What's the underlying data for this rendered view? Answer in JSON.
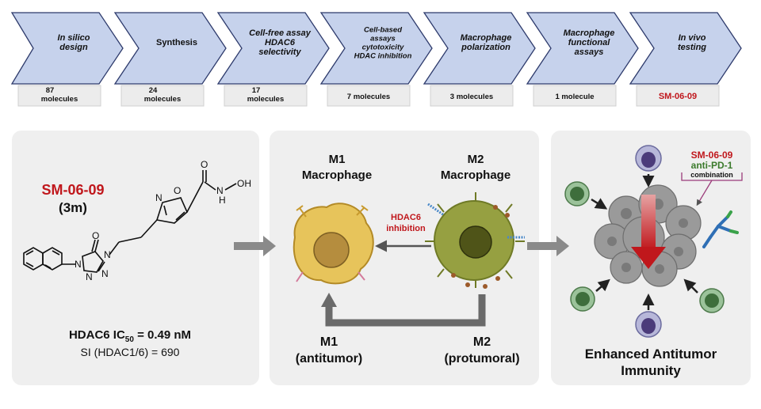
{
  "pipeline": {
    "steps": [
      {
        "title": [
          "In silico",
          "design"
        ],
        "count": [
          "87",
          "molecules"
        ],
        "italic": true
      },
      {
        "title": [
          "Synthesis"
        ],
        "count": [
          "24",
          "molecules"
        ],
        "italic": false
      },
      {
        "title": [
          "Cell-free assay",
          "HDAC6",
          "selectivity"
        ],
        "count": [
          "17",
          "molecules"
        ],
        "italic": true
      },
      {
        "title": [
          "Cell-based",
          "assays",
          "cytotoxicity",
          "HDAC inhibition"
        ],
        "count": [
          "7 molecules"
        ],
        "italic": true
      },
      {
        "title": [
          "Macrophage",
          "polarization"
        ],
        "count": [
          "3 molecules"
        ],
        "italic": true
      },
      {
        "title": [
          "Macrophage",
          "functional",
          "assays"
        ],
        "count": [
          "1 molecule"
        ],
        "italic": true
      },
      {
        "title": [
          "In vivo",
          "testing"
        ],
        "count": [
          "SM-06-09"
        ],
        "italic": true,
        "highlight": true
      }
    ]
  },
  "compound": {
    "name": "SM-06-09",
    "code": "(3m)",
    "ic50_prefix": "HDAC6 IC",
    "ic50_sub": "50",
    "ic50_value": " = 0.49 nM",
    "selectivity": "SI (HDAC1/6) = 690",
    "atoms": {
      "O1": "O",
      "N1": "N",
      "O2": "O",
      "H1": "H",
      "OH": "OH",
      "N2": "N",
      "O3": "O",
      "N3": "N",
      "N4": "N",
      "N5": "N",
      "N6": "N"
    }
  },
  "macrophage": {
    "m1_label": [
      "M1",
      "Macrophage"
    ],
    "m2_label": [
      "M2",
      "Macrophage"
    ],
    "inhibition": [
      "HDAC6",
      "inhibition"
    ],
    "m1_bottom": [
      "M1",
      "(antitumor)"
    ],
    "m2_bottom": [
      "M2",
      "(protumoral)"
    ]
  },
  "immunity": {
    "combo_line1": "SM-06-09",
    "combo_line2": "anti-PD-1",
    "combo_line3": "combination",
    "title": [
      "Enhanced Antitumor",
      "Immunity"
    ]
  },
  "colors": {
    "chevron_fill": "#c6d2ec",
    "chevron_stroke": "#2d3a6b",
    "panel_bg": "#efefef",
    "accent_red": "#c0171c",
    "accent_green": "#3b7a2c",
    "arrow_gray": "#8a8a8a",
    "m1_cell": "#e7c45b",
    "m2_cell": "#96a041"
  }
}
